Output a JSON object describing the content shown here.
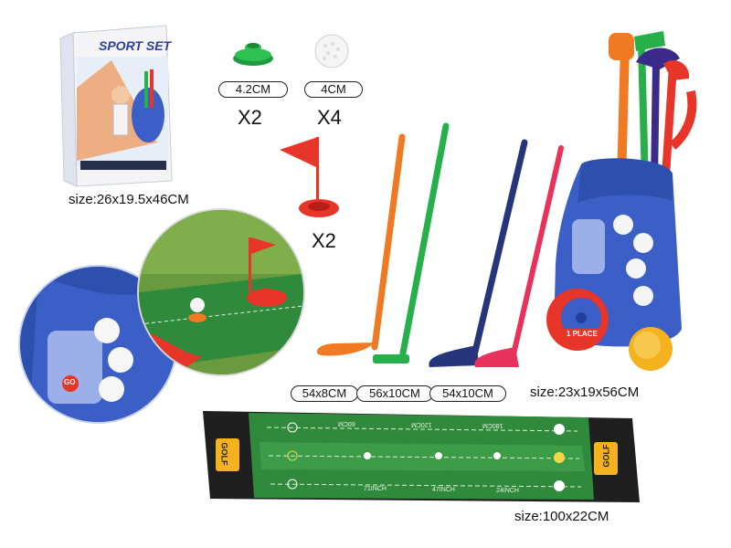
{
  "box": {
    "brand": "SPORT SET",
    "size": "size:26x19.5x46CM"
  },
  "accessories": {
    "tee": {
      "size": "4.2CM",
      "qty": "X2"
    },
    "ball": {
      "size": "4CM",
      "qty": "X4"
    },
    "flag": {
      "qty": "X2"
    }
  },
  "clubs": [
    {
      "size": "54x8CM",
      "color": "#f07a23"
    },
    {
      "size": "56x10CM",
      "color": "#27b04a"
    },
    {
      "size": "54x10CM",
      "color": "#27357a"
    },
    {
      "size": "",
      "color": "#e8325c"
    }
  ],
  "bag": {
    "size": "size:23x19x56CM",
    "badge": "1 PLACE",
    "go": "GO"
  },
  "mat": {
    "size": "size:100x22CM",
    "logo": "GOLF",
    "top_marks": [
      "60CM",
      "120CM",
      "180CM"
    ],
    "bottom_marks": [
      "71INCH",
      "47INCH",
      "24INCH"
    ]
  },
  "colors": {
    "blue": "#3b5fc7",
    "orange": "#f07a23",
    "green": "#27b04a",
    "navy": "#27357a",
    "pink": "#e8325c",
    "red": "#e8352a",
    "mat_green": "#2f8a3b"
  }
}
